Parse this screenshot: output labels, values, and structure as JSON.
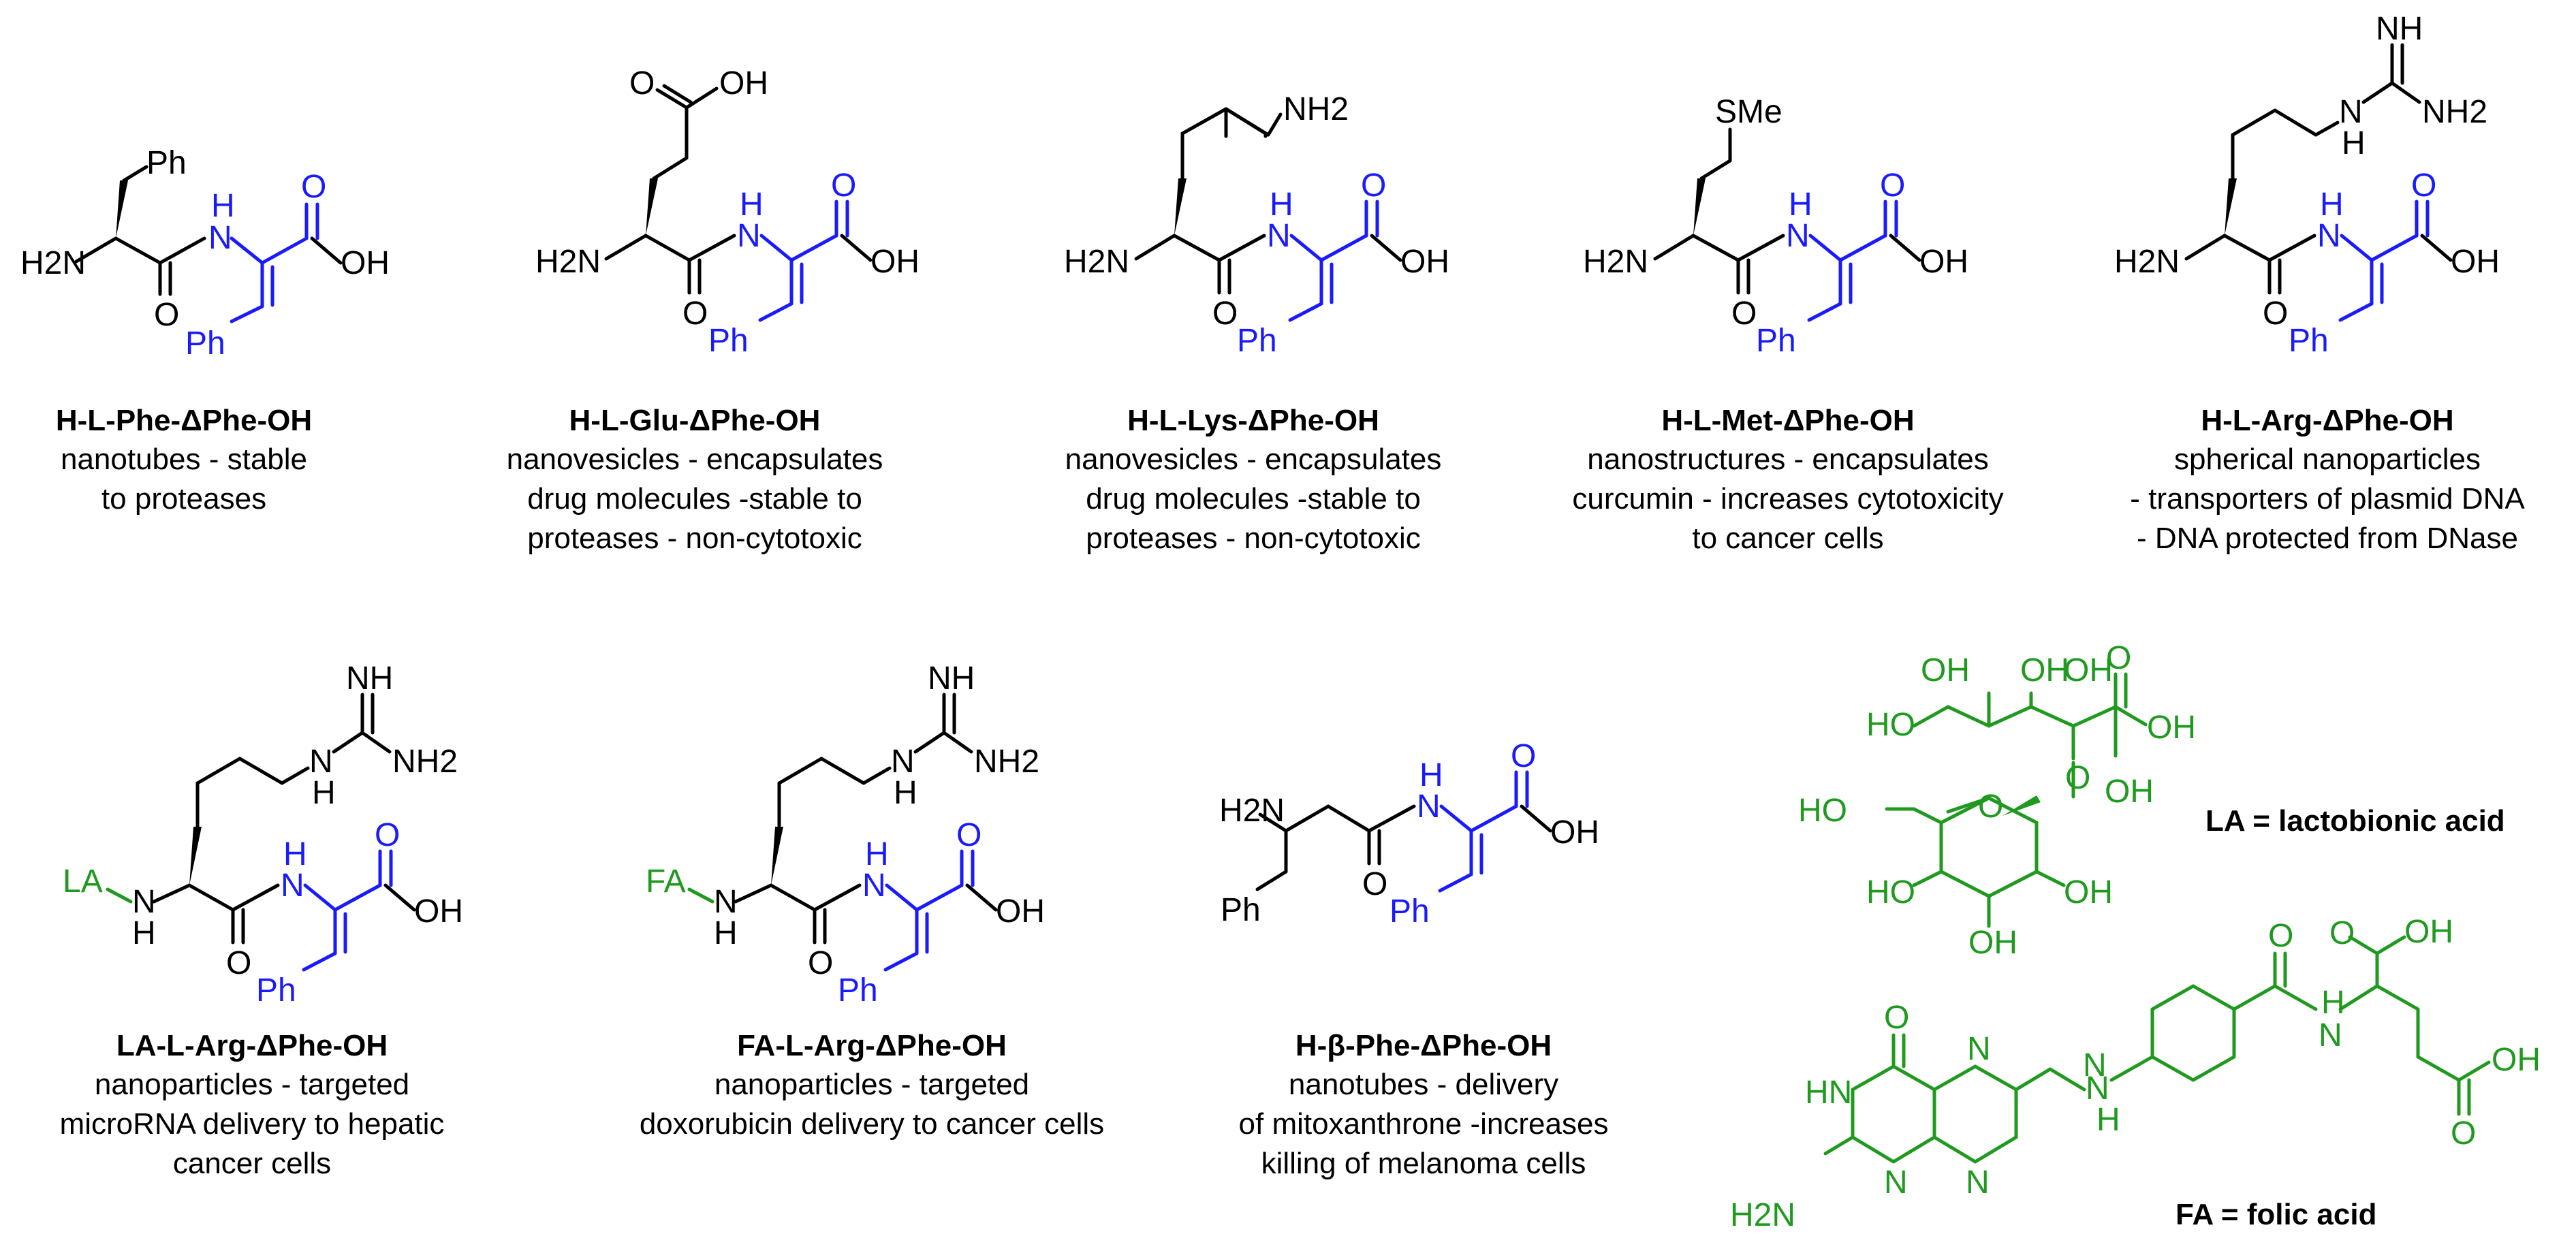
{
  "molecules": [
    {
      "title": "H-L-Phe-ΔPhe-OH",
      "description": [
        "nanotubes - stable",
        "to proteases"
      ],
      "labels": [
        "Ph",
        "H2N",
        "H",
        "N",
        "O",
        "O",
        "OH",
        "Ph"
      ]
    },
    {
      "title": "H-L-Glu-ΔPhe-OH",
      "description": [
        "nanovesicles - encapsulates",
        "drug molecules -stable to",
        "proteases - non-cytotoxic"
      ],
      "labels": [
        "O",
        "OH",
        "H2N",
        "H",
        "N",
        "O",
        "O",
        "OH",
        "Ph"
      ]
    },
    {
      "title": "H-L-Lys-ΔPhe-OH",
      "description": [
        "nanovesicles - encapsulates",
        "drug molecules -stable to",
        "proteases - non-cytotoxic"
      ],
      "labels": [
        "NH2",
        "H2N",
        "H",
        "N",
        "O",
        "O",
        "OH",
        "Ph"
      ]
    },
    {
      "title": "H-L-Met-ΔPhe-OH",
      "description": [
        "nanostructures - encapsulates",
        "curcumin - increases cytotoxicity",
        "to cancer cells"
      ],
      "labels": [
        "SMe",
        "H2N",
        "H",
        "N",
        "O",
        "O",
        "OH",
        "Ph"
      ]
    },
    {
      "title": "H-L-Arg-ΔPhe-OH",
      "description": [
        "spherical nanoparticles",
        "- transporters of plasmid DNA",
        "- DNA protected from DNase"
      ],
      "labels": [
        "NH",
        "N",
        "H",
        "NH2",
        "H2N",
        "H",
        "N",
        "O",
        "O",
        "OH",
        "Ph"
      ]
    },
    {
      "title": "LA-L-Arg-ΔPhe-OH",
      "description": [
        "nanoparticles - targeted",
        "microRNA delivery to hepatic",
        "cancer cells"
      ],
      "labels": [
        "NH",
        "N",
        "H",
        "NH2",
        "LA",
        "N",
        "H",
        "H",
        "N",
        "O",
        "O",
        "OH",
        "Ph"
      ]
    },
    {
      "title": "FA-L-Arg-ΔPhe-OH",
      "description": [
        "nanoparticles - targeted",
        "doxorubicin delivery to cancer cells"
      ],
      "labels": [
        "NH",
        "N",
        "H",
        "NH2",
        "FA",
        "N",
        "H",
        "H",
        "N",
        "O",
        "O",
        "OH",
        "Ph"
      ]
    },
    {
      "title": "H-β-Phe-ΔPhe-OH",
      "description": [
        "nanotubes - delivery",
        "of mitoxanthrone -increases",
        "killing of melanoma cells"
      ],
      "labels": [
        "H2N",
        "Ph",
        "H",
        "N",
        "O",
        "O",
        "OH",
        "Ph"
      ]
    }
  ],
  "lactobionic": {
    "abbr": "LA = lactobionic acid",
    "labels": [
      "OH",
      "OH",
      "O",
      "HO",
      "OH",
      "O",
      "OH",
      "HO",
      "O",
      "HO",
      "OH",
      "OH",
      "OH"
    ]
  },
  "folic": {
    "abbr": "FA = folic acid",
    "labels": [
      "O",
      "OH",
      "O",
      "H",
      "N",
      "O",
      "HN",
      "N",
      "N",
      "H",
      "N",
      "OH",
      "H2N",
      "N",
      "N",
      "O"
    ]
  },
  "colors": {
    "black": "#000000",
    "blue": "#1a1aff",
    "green": "#1f9a1f"
  }
}
